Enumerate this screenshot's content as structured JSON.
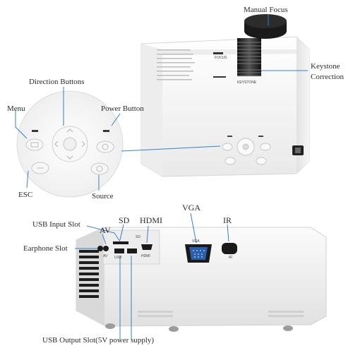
{
  "top_labels": {
    "manual_focus": "Manual Focus",
    "keystone_line1": "Keystone",
    "keystone_line2": "Correction",
    "direction_buttons": "Direction Buttons",
    "menu": "Menu",
    "power_button": "Power Button",
    "esc": "ESC",
    "source": "Source"
  },
  "bottom_labels": {
    "usb_input_slot": "USB Input Slot",
    "av": "AV",
    "sd": "SD",
    "hdmi": "HDMI",
    "vga": "VGA",
    "ir": "IR",
    "earphone_slot": "Earphone Slot",
    "usb_output_slot": "USB Output Slot(5V power supply)"
  },
  "device_print": {
    "focus": "FOCUS",
    "keystone": "KEYSTONE",
    "sd_port": "SD",
    "hdmi_port": "HDMI",
    "vga_port": "VGA",
    "ir_port": "IR",
    "usb_port": "USB",
    "av_port": "AV"
  },
  "colors": {
    "callout_line": "#3a7fc4",
    "device_body": "#f4f4f4",
    "device_dark": "#1b1b1b"
  }
}
